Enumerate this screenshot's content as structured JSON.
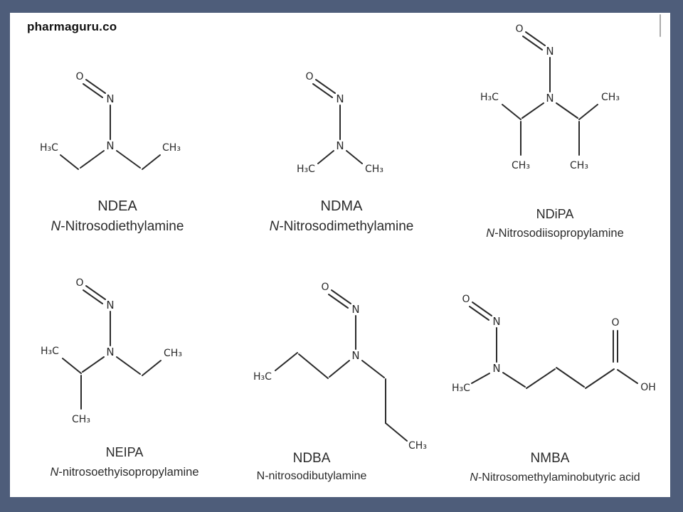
{
  "page": {
    "watermark": "pharmaguru.co"
  },
  "colors": {
    "frame": "#4e5d7a",
    "slide_bg": "#ffffff",
    "ink": "#2b2b2b"
  },
  "molecules": [
    {
      "id": "ndea",
      "title": "NDEA",
      "subtitle_prefix": "N",
      "subtitle_rest": "-Nitrosodiethylamine",
      "atoms": {
        "nitroso_o": "O",
        "nitroso_n": "N",
        "amine_n": "N",
        "left_methyl": "H₃C",
        "right_methyl": "CH₃"
      }
    },
    {
      "id": "ndma",
      "title": "NDMA",
      "subtitle_prefix": "N",
      "subtitle_rest": "-Nitrosodimethylamine",
      "atoms": {
        "nitroso_o": "O",
        "nitroso_n": "N",
        "amine_n": "N",
        "left_methyl": "H₃C",
        "right_methyl": "CH₃"
      }
    },
    {
      "id": "ndipa",
      "title": "NDiPA",
      "subtitle_prefix": "N",
      "subtitle_rest": "-Nitrosodiisopropylamine",
      "atoms": {
        "nitroso_o": "O",
        "nitroso_n": "N",
        "amine_n": "N",
        "left_top_methyl": "H₃C",
        "left_bottom_methyl": "CH₃",
        "right_top_methyl": "CH₃",
        "right_bottom_methyl": "CH₃"
      }
    },
    {
      "id": "neipa",
      "title": "NEIPA",
      "subtitle_prefix": "N",
      "subtitle_rest": "-nitrosoethyisopropylamine",
      "atoms": {
        "nitroso_o": "O",
        "nitroso_n": "N",
        "amine_n": "N",
        "left_top_methyl": "H₃C",
        "left_bottom_methyl": "CH₃",
        "right_methyl": "CH₃"
      }
    },
    {
      "id": "ndba",
      "title": "NDBA",
      "subtitle_prefix": "N",
      "subtitle_rest": "-nitrosodibutylamine",
      "atoms": {
        "nitroso_o": "O",
        "nitroso_n": "N",
        "amine_n": "N",
        "left_methyl": "H₃C",
        "right_methyl": "CH₃"
      }
    },
    {
      "id": "nmba",
      "title": "NMBA",
      "subtitle_prefix": "N",
      "subtitle_rest": "-Nitrosomethylaminobutyric acid",
      "atoms": {
        "nitroso_o": "O",
        "nitroso_n": "N",
        "amine_n": "N",
        "methyl": "H₃C",
        "carboxyl_o": "O",
        "hydroxyl": "OH"
      }
    }
  ]
}
